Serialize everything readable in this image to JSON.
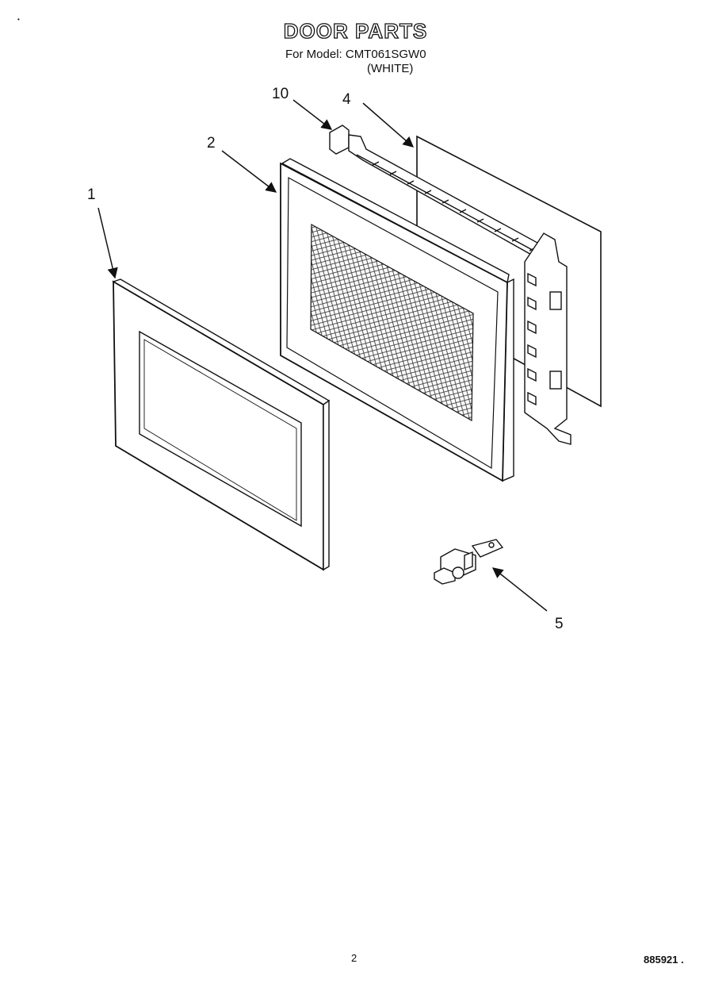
{
  "header": {
    "title": "DOOR PARTS",
    "model_line": "For Model: CMT061SGW0",
    "color_line": "(WHITE)"
  },
  "callouts": [
    {
      "id": "10",
      "label": "10"
    },
    {
      "id": "4",
      "label": "4"
    },
    {
      "id": "2",
      "label": "2"
    },
    {
      "id": "1",
      "label": "1"
    },
    {
      "id": "5",
      "label": "5"
    }
  ],
  "parts": [
    {
      "number": "1",
      "icon": "door-frame-outer-icon"
    },
    {
      "number": "2",
      "icon": "door-assembly-mesh-icon"
    },
    {
      "number": "4",
      "icon": "door-panel-sheet-icon"
    },
    {
      "number": "5",
      "icon": "door-latch-hook-icon"
    },
    {
      "number": "10",
      "icon": "door-hinge-clip-icon"
    }
  ],
  "footer": {
    "page_number": "2",
    "doc_code": "885921"
  }
}
